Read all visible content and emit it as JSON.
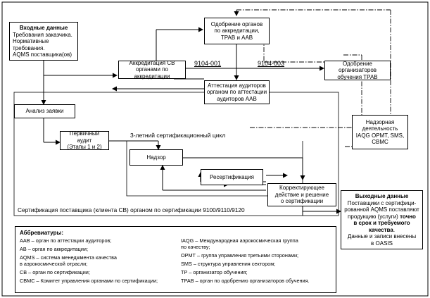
{
  "input": {
    "title": "Входные данные",
    "lines": [
      "Требования заказчика.",
      "Нормативные требования.",
      "AQMS поставщика(ов)"
    ]
  },
  "nodes": {
    "approval": [
      "Одобрение органов",
      "по аккредитации,",
      "ТРАВ и ААВ"
    ],
    "accreditation": [
      "Аккредитация СВ",
      "органами по аккредитации"
    ],
    "trainers": [
      "Одобрение организаторов",
      "обучения ТРАВ"
    ],
    "auditors": [
      "Аттестация аудиторов",
      "органом по аттестации",
      "аудиторов ААВ"
    ],
    "analysis": [
      "Анализ заявки"
    ],
    "initial": [
      "Первичный аудит",
      "(Этапы 1 и 2)"
    ],
    "surveillance": [
      "Надзор"
    ],
    "recert": [
      "Ресертификация"
    ],
    "corrective": [
      "Корректирующее",
      "действие и решение",
      "о сертификации"
    ],
    "oversight": [
      "Надзорная",
      "деятельность",
      "IAQG OPMT, SMS,",
      "CBMC"
    ]
  },
  "labels": {
    "std1": "9104-001",
    "std3": "9104-003",
    "cycle": "3-летний сертификационный цикл",
    "cert": "Сертификация поставщика (клиента СВ) органом по сертификации 9100/9110/9120"
  },
  "output": {
    "title": "Выходные данные",
    "p1": "Поставщики с сертифици-",
    "p2": "рованной AQMS поставляют",
    "p3a": "продукцию (услуги) ",
    "p3b": "точно",
    "p4": "в срок и требуемого",
    "p5": "качества",
    "p5b": ".",
    "p6": "Данные и записи внесены",
    "p7": "в OASIS"
  },
  "abbr": {
    "title": "Аббревиатуры:",
    "left": [
      "ААВ – орган по аттестации аудиторов;",
      "АВ – орган по аккредитации;",
      "AQMS – система менеджмента качества",
      "в аэрокосмической отрасли;",
      "СВ – орган по сертификации;",
      "СВМС – Комитет управления органами по сертификации;"
    ],
    "right": [
      "IAQG – Международная аэрокосмическая группа",
      "по качеству;",
      "ОРМТ – группа управления третьими сторонами;",
      "SMS – структура управления сектором;",
      "ТР – организатор обучения;",
      "ТРАВ – орган по одобрению организаторов обучения."
    ]
  }
}
